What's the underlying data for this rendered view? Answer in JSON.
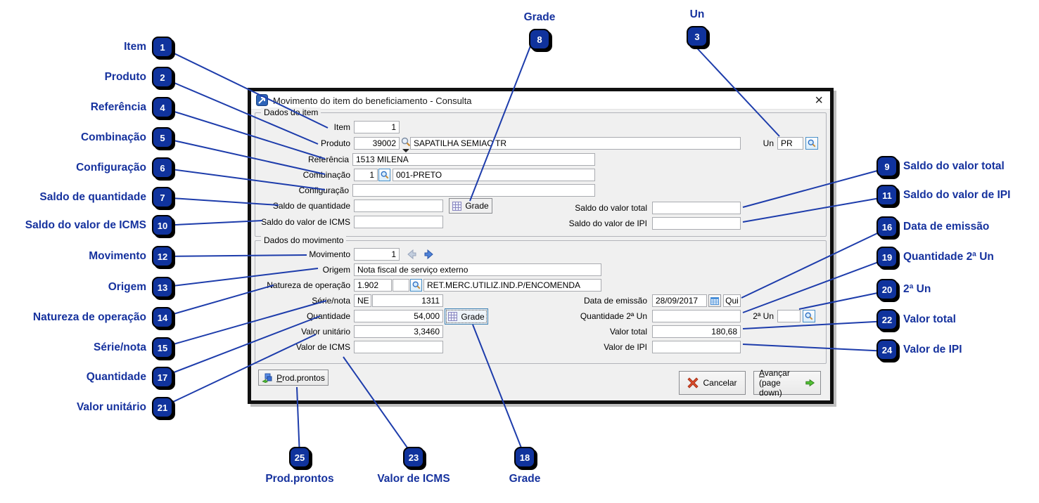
{
  "window": {
    "title": "Movimento do item do beneficiamento - Consulta",
    "close_glyph": "×"
  },
  "dados_item": {
    "legend": "Dados do item",
    "item_label": "Item",
    "item_value": "1",
    "produto_label": "Produto",
    "produto_code": "39002",
    "produto_desc": "SAPATILHA SEMIAC TR",
    "un_label": "Un",
    "un_value": "PR",
    "referencia_label": "Referência",
    "referencia_value": "1513 MILENA",
    "combinacao_label": "Combinação",
    "combinacao_code": "1",
    "combinacao_desc": "001-PRETO",
    "configuracao_label": "Configuração",
    "configuracao_value": "",
    "saldo_qtd_label": "Saldo de quantidade",
    "saldo_qtd_value": "",
    "grade_button_label": "Grade",
    "saldo_valor_total_label": "Saldo do valor total",
    "saldo_valor_total_value": "",
    "saldo_icms_label": "Saldo do valor de ICMS",
    "saldo_icms_value": "",
    "saldo_ipi_label": "Saldo do valor de IPI",
    "saldo_ipi_value": ""
  },
  "dados_movimento": {
    "legend": "Dados do movimento",
    "movimento_label": "Movimento",
    "movimento_value": "1",
    "origem_label": "Origem",
    "origem_value": "Nota fiscal de serviço externo",
    "natureza_label": "Natureza de operação",
    "natureza_code": "1.902",
    "natureza_aux": "",
    "natureza_desc": "RET.MERC.UTILIZ.IND.P/ENCOMENDA",
    "serie_label": "Série/nota",
    "serie_value": "NE",
    "nota_value": "1311",
    "quantidade_label": "Quantidade",
    "quantidade_value": "54,000",
    "grade_button_label": "Grade",
    "valor_unitario_label": "Valor unitário",
    "valor_unitario_value": "3,3460",
    "valor_icms_label": "Valor de ICMS",
    "valor_icms_value": "",
    "data_emissao_label": "Data de emissão",
    "data_emissao_value": "28/09/2017",
    "dia_semana": "Qui",
    "qtd2un_label": "Quantidade 2ª Un",
    "qtd2un_value": "",
    "un2_label": "2ª Un",
    "un2_value": "",
    "valor_total_label": "Valor total",
    "valor_total_value": "180,68",
    "valor_ipi_label": "Valor de IPI",
    "valor_ipi_value": ""
  },
  "footer": {
    "prod_prontos_underline": "P",
    "prod_prontos_rest": "rod.prontos",
    "cancelar": "Cancelar",
    "avancar_underline": "A",
    "avancar_rest": "vançar",
    "avancar_line2": "(page down)"
  },
  "colors": {
    "annotation_blue": "#16329e",
    "badge_fill": "#10339d",
    "line_blue": "#1d3cab",
    "dialog_border": "#101010"
  },
  "annotations": [
    {
      "num": "1",
      "label": "Item"
    },
    {
      "num": "2",
      "label": "Produto"
    },
    {
      "num": "4",
      "label": "Referência"
    },
    {
      "num": "5",
      "label": "Combinação"
    },
    {
      "num": "6",
      "label": "Configuração"
    },
    {
      "num": "7",
      "label": "Saldo de quantidade"
    },
    {
      "num": "10",
      "label": "Saldo do valor de ICMS"
    },
    {
      "num": "12",
      "label": "Movimento"
    },
    {
      "num": "13",
      "label": "Origem"
    },
    {
      "num": "14",
      "label": "Natureza de operação"
    },
    {
      "num": "15",
      "label": "Série/nota"
    },
    {
      "num": "17",
      "label": "Quantidade"
    },
    {
      "num": "21",
      "label": "Valor unitário"
    },
    {
      "num": "8",
      "label": "Grade"
    },
    {
      "num": "3",
      "label": "Un"
    },
    {
      "num": "9",
      "label": "Saldo do valor total"
    },
    {
      "num": "11",
      "label": "Saldo do valor de IPI"
    },
    {
      "num": "16",
      "label": "Data de emissão"
    },
    {
      "num": "19",
      "label": "Quantidade 2ª Un"
    },
    {
      "num": "20",
      "label": "2ª Un"
    },
    {
      "num": "22",
      "label": "Valor total"
    },
    {
      "num": "24",
      "label": "Valor de IPI"
    },
    {
      "num": "25",
      "label": "Prod.prontos"
    },
    {
      "num": "23",
      "label": "Valor de ICMS"
    },
    {
      "num": "18",
      "label": "Grade"
    }
  ]
}
